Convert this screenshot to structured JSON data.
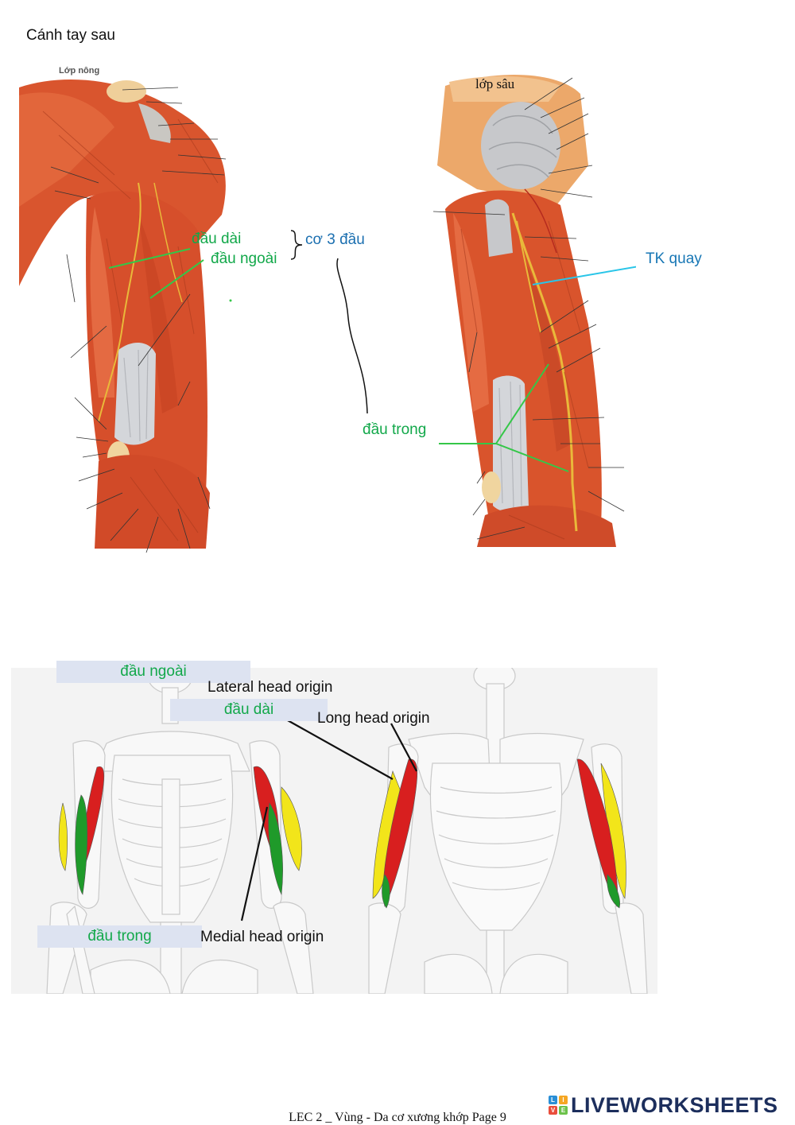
{
  "page": {
    "title": "Cánh tay sau",
    "footer": "LEC 2 _ Vùng - Da cơ xương khớp Page 9"
  },
  "top_figure": {
    "left_panel_label": "Lớp nông",
    "right_panel_label": "lớp sâu",
    "labels": {
      "long_head": "đầu dài",
      "lateral_head": "đầu ngoài",
      "triceps": "cơ 3 đầu",
      "radial_nerve": "TK quay",
      "medial_head": "đầu trong"
    }
  },
  "bottom_figure": {
    "box_labels": {
      "lateral": "đầu ngoài",
      "long": "đầu dài",
      "medial": "đầu trong"
    },
    "english_labels": {
      "lateral": "Lateral head origin",
      "long": "Long head origin",
      "medial": "Medial head origin"
    },
    "colors": {
      "lateral_head": "#f2e51a",
      "long_head": "#d81f1f",
      "medial_head": "#1f9a2a"
    }
  },
  "logo": {
    "text": "LIVEWORKSHEETS",
    "mark_letters": [
      "L",
      "I",
      "V",
      "E"
    ],
    "mark_colors": [
      "#2a8fd6",
      "#f5a623",
      "#e94e3c",
      "#6cc24a"
    ]
  }
}
